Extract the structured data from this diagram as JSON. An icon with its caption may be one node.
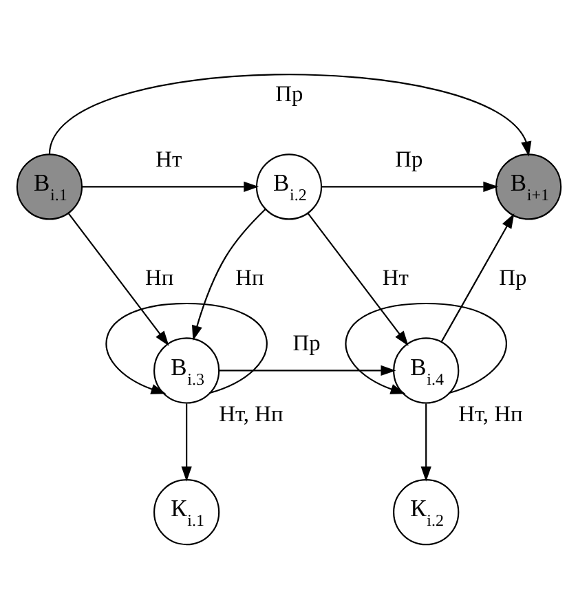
{
  "diagram": {
    "nodes": [
      {
        "text": [
          "В$_{i.1}$"
        ]
      },
      {
        "text": [
          "В$_{i.2}$"
        ]
      },
      {
        "text": [
          "В$_{i+1}$"
        ]
      },
      {
        "text": [
          "В$_{i.3}$"
        ]
      },
      {
        "text": [
          "В$_{i.4}$"
        ]
      },
      {
        "text": [
          "К$_{i.1}$"
        ]
      },
      {
        "text": [
          "К$_{i.2}$"
        ]
      }
    ],
    "edges": [
      {
        "from": 0,
        "to": 2,
        "arrow": "to",
        "label": "Пр"
      },
      {
        "from": 0,
        "to": 1,
        "arrow": "to",
        "label": "Нт"
      },
      {
        "from": 1,
        "to": 2,
        "arrow": "to",
        "label": "Пр"
      },
      {
        "from": 0,
        "to": 3,
        "arrow": "to",
        "label": "Нп"
      },
      {
        "from": 1,
        "to": 3,
        "arrow": "to",
        "label": "Нп"
      },
      {
        "from": 1,
        "to": 4,
        "arrow": "to",
        "label": "Нт"
      },
      {
        "from": 4,
        "to": 2,
        "arrow": "to",
        "label": "Пр"
      },
      {
        "from": 3,
        "to": 4,
        "arrow": "to",
        "label": "Пр"
      },
      {
        "from": 3,
        "to": 3,
        "arrow": "to",
        "label": "Нт, Нп"
      },
      {
        "from": 4,
        "to": 4,
        "arrow": "to",
        "label": "Нт, Нп"
      },
      {
        "from": 3,
        "to": 5,
        "arrow": "to"
      },
      {
        "from": 4,
        "to": 6,
        "arrow": "to"
      }
    ]
  }
}
